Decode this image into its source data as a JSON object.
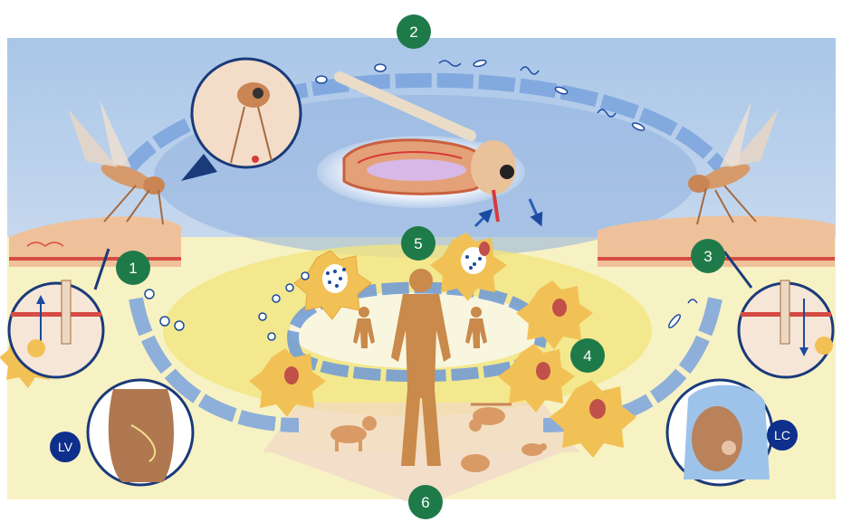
{
  "steps": [
    "1",
    "2",
    "3",
    "4",
    "5",
    "6"
  ],
  "forms": [
    "LV",
    "LC"
  ],
  "colors": {
    "sky": "#9fbde0",
    "sky_light": "#c9dbf0",
    "arrow_blue": "#5b8fd6",
    "sand": "#f6f0b8",
    "yellow_zone": "#f3ea86",
    "skin": "#e9b48b",
    "skin_dark": "#c98a5a",
    "body": "#c98a4c",
    "badge_green": "#1f7a4a",
    "badge_navy": "#0e2f8c",
    "cell": "#f2c155",
    "nucleus": "#c0514a",
    "parasite": "#1b4aa0",
    "triangle": "#f2dccb"
  },
  "icons": [
    "sandfly-left-icon",
    "sandfly-right-icon",
    "sandfly-gut-icon",
    "human-figure-icon",
    "dog-icon",
    "rodent-icon",
    "sloth-icon",
    "macrophage-icon",
    "promastigote-icon",
    "amastigote-icon",
    "skin-bite-icon",
    "visceral-abdomen-icon",
    "cutaneous-face-icon"
  ]
}
